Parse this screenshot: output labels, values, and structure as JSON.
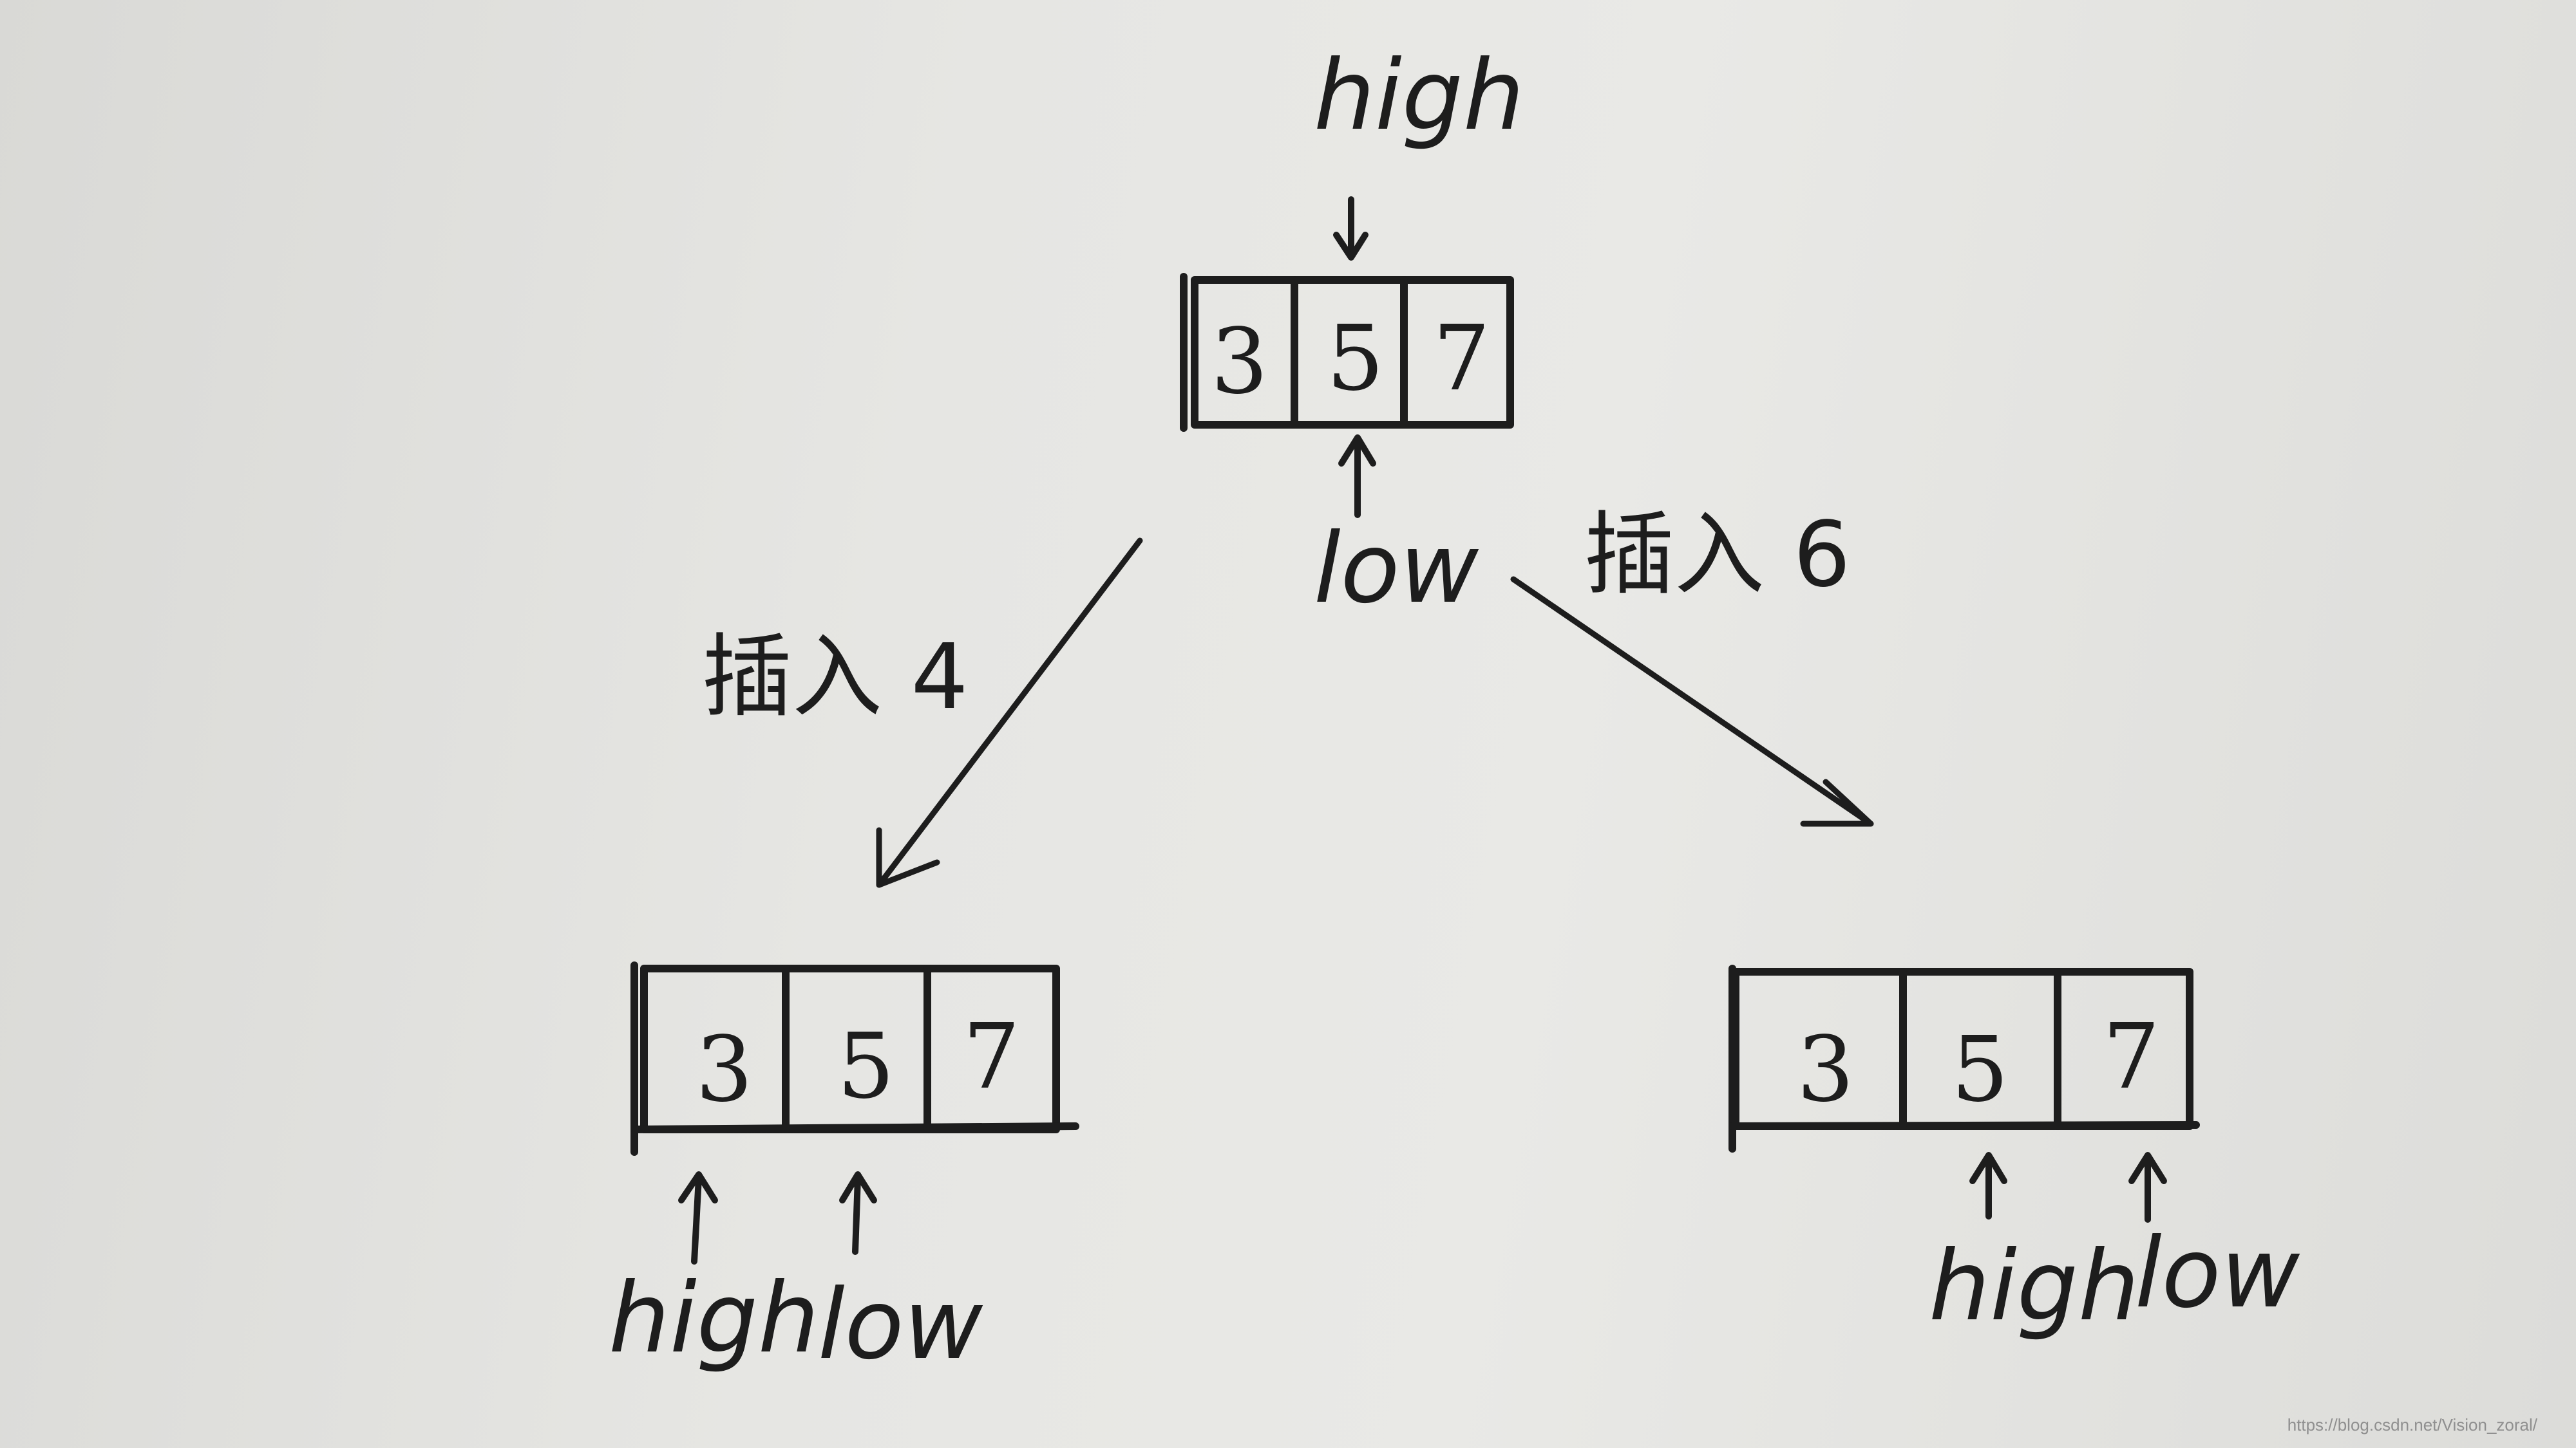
{
  "top": {
    "cells": [
      "3",
      "5",
      "7"
    ],
    "pointer_above": "high",
    "pointer_below": "low"
  },
  "left_branch": {
    "operation": "插入 4",
    "cells": [
      "3",
      "5",
      "7"
    ],
    "pointers": [
      "high",
      "low"
    ]
  },
  "right_branch": {
    "operation": "插入 6",
    "cells": [
      "3",
      "5",
      "7"
    ],
    "pointers": [
      "high",
      "low"
    ]
  },
  "watermark": "https://blog.csdn.net/Vision_zoral/"
}
